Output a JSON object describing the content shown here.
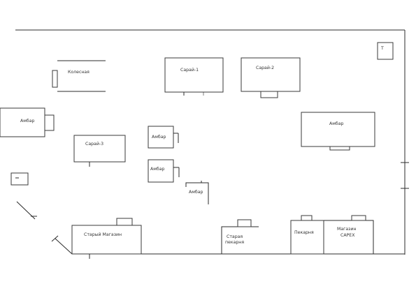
{
  "buildings": {
    "kolesnaya": "Колесная",
    "saray1": "Сарай-1",
    "saray2": "Сарай-2",
    "saray3": "Сарай-3",
    "ambar_left": "Амбар",
    "ambar_small1": "Амбар",
    "ambar_small2": "Амбар",
    "ambar_open": "Амбар",
    "ambar_right": "Амбар",
    "old_shop": "Старый Магазин",
    "old_bakery": "Старая пекарня",
    "bakery": "Пекарня",
    "shop_sarex": "Магазин САРЕХ",
    "tower": "Т"
  },
  "colors": {
    "line": "#2b2b2b",
    "background": "#ffffff"
  }
}
